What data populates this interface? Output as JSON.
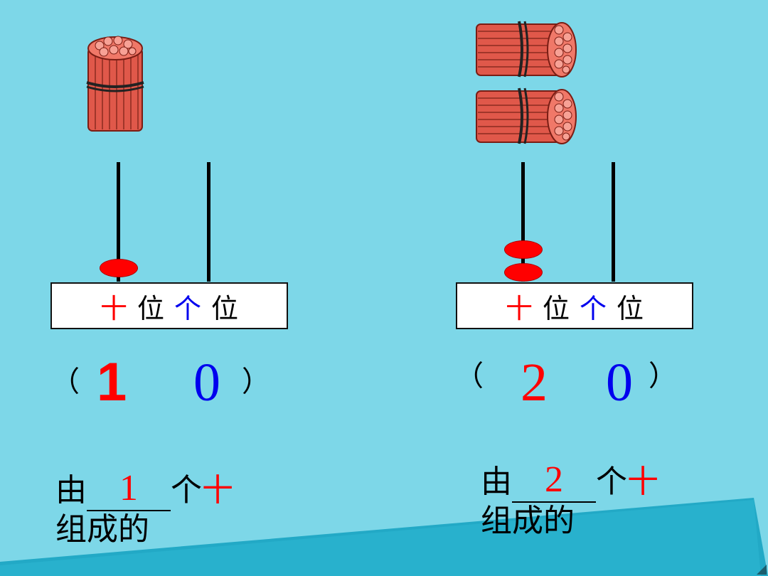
{
  "colors": {
    "background": "#7dd7e8",
    "tens_color": "#ff0000",
    "ones_color": "#0000ee",
    "bead_color": "#ff0000",
    "bundle_color": "#e0584a"
  },
  "panels": [
    {
      "bundles": 1,
      "tens_beads": 1,
      "label": {
        "tens": "十",
        "pos1": "位",
        "ones": "个",
        "pos2": "位"
      },
      "number": {
        "open": "（",
        "tens_digit": "1",
        "ones_digit": "0",
        "close": "）"
      },
      "sentence": {
        "prefix": "由",
        "answer": "1",
        "suffix_a": "个",
        "suffix_b": "十",
        "line2": "组成的"
      }
    },
    {
      "bundles": 2,
      "tens_beads": 2,
      "label": {
        "tens": "十",
        "pos1": "位",
        "ones": "个",
        "pos2": "位"
      },
      "number": {
        "open": "（",
        "tens_digit": "2",
        "ones_digit": "0",
        "close": "）"
      },
      "sentence": {
        "prefix": "由",
        "answer": "2",
        "suffix_a": "个",
        "suffix_b": "十",
        "line2": "组成的"
      }
    }
  ]
}
